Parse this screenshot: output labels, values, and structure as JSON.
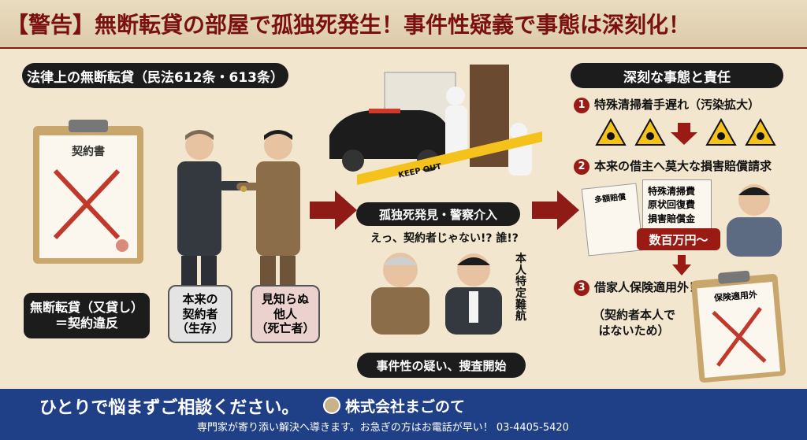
{
  "header": {
    "title": "【警告】無断転貸の部屋で孤独死発生！事件性疑義で事態は深刻化！"
  },
  "left": {
    "section_title": "法律上の無断転貸（民法612条・613条）",
    "contract_doc_label": "契約書",
    "violation_line1": "無断転貸（又貸し）",
    "violation_line2": "＝契約違反",
    "original_tenant_line1": "本来の",
    "original_tenant_line2": "契約者",
    "original_tenant_line3": "（生存）",
    "stranger_line1": "見知らぬ",
    "stranger_line2": "他人",
    "stranger_line3": "（死亡者）"
  },
  "middle": {
    "tape_text": "KEEP OUT",
    "discovery_label": "孤独死発見・警察介入",
    "speech": "えっ、契約者じゃない!? 誰!?",
    "vertical_note": "本人特定難航",
    "investigation_label": "事件性の疑い、捜査開始"
  },
  "right": {
    "section_title": "深刻な事態と責任",
    "item1_num": "1",
    "item1_text": "特殊清掃着手遅れ（汚染拡大）",
    "item2_num": "2",
    "item2_text": "本来の借主へ莫大な損害賠償請求",
    "damage_doc_label": "多額賠償",
    "bill_line1": "特殊清掃費",
    "bill_line2": "原状回復費",
    "bill_line3": "損害賠償金",
    "amount_badge": "数百万円〜",
    "item3_num": "3",
    "item3_text": "借家人保険適用外！",
    "item3_sub1": "（契約者本人で",
    "item3_sub2": "はないため）",
    "insurance_doc_label": "保険適用外"
  },
  "footer": {
    "main": "ひとりで悩まずご相談ください。",
    "company": "株式会社まごのて",
    "sub": "専門家が寄り添い解決へ導きます。お急ぎの方はお電話が早い！ 03-4405-5420"
  },
  "colors": {
    "header_red": "#7a1010",
    "arrow_red": "#8e1b16",
    "footer_blue": "#1f3f86",
    "badge_red": "#9a1a14"
  }
}
